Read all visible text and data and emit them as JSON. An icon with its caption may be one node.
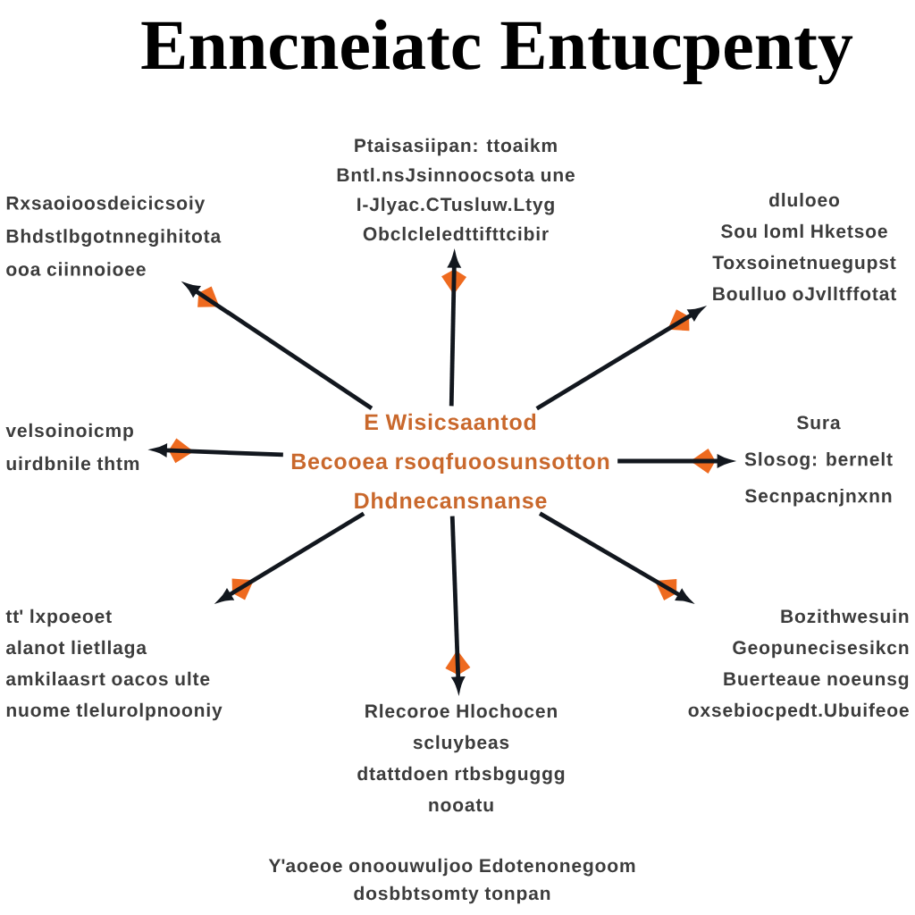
{
  "diagram": {
    "title": "Enncneiatc Entucpenty",
    "nodes": [
      {
        "text": [
          "Ptaisasiipan: ttoaikm Bntl.nsJsinnoocsota une I-Jlyac.CTusluw.Ltyg Obclcleledttifttcibir"
        ]
      },
      {
        "text": [
          "Rxsaoioosdeicicsoiy Bhdstlbgotnnegihitota ooa ciinnoioee"
        ]
      },
      {
        "text": [
          "dluloeo Sou loml Hketsoe Toxsoinetnuegupst Boulluo oJvlltffotat"
        ]
      },
      {
        "text": [
          "velsoinoicmp uirdbnile thtm"
        ]
      },
      {
        "text": [
          "E Wisicsaantod Becooea rsoqfuoosunsotton Dhdnecansnanse"
        ]
      },
      {
        "text": [
          "Sura Slosog: bernelt Secnpacnjnxnn"
        ]
      },
      {
        "text": [
          "tt' lxpoeoet alanot lietllaga amkilaasrt oacos ulte nuome tlelurolpnooniy"
        ]
      },
      {
        "text": [
          "Bozithwesuin Geopunecisesikcn Buerteaue noeunsg oxsebiocpedt.Ubuifeoe"
        ]
      },
      {
        "text": [
          "Rlecoroe Hlochocen scluybeas dtattdoen rtbsbguggg nooatu"
        ]
      }
    ],
    "edges": [
      {
        "from": 4,
        "to": 0,
        "arrow": "to"
      },
      {
        "from": 4,
        "to": 1,
        "arrow": "to"
      },
      {
        "from": 4,
        "to": 2,
        "arrow": "to"
      },
      {
        "from": 4,
        "to": 3,
        "arrow": "to"
      },
      {
        "from": 4,
        "to": 5,
        "arrow": "to"
      },
      {
        "from": 4,
        "to": 6,
        "arrow": "to"
      },
      {
        "from": 4,
        "to": 7,
        "arrow": "to"
      },
      {
        "from": 4,
        "to": 8,
        "arrow": "to"
      }
    ],
    "labels": [
      "Y'aoeoe onoouwuljoo Edotenonegoom dosbbtsomty tonpan"
    ]
  }
}
